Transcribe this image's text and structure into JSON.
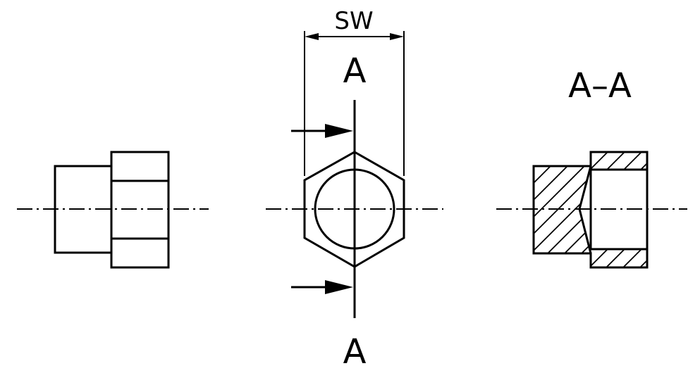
{
  "labels": {
    "width_across_flats": "SW",
    "section_mark_top": "A",
    "section_mark_bottom": "A",
    "section_title": "A–A"
  }
}
